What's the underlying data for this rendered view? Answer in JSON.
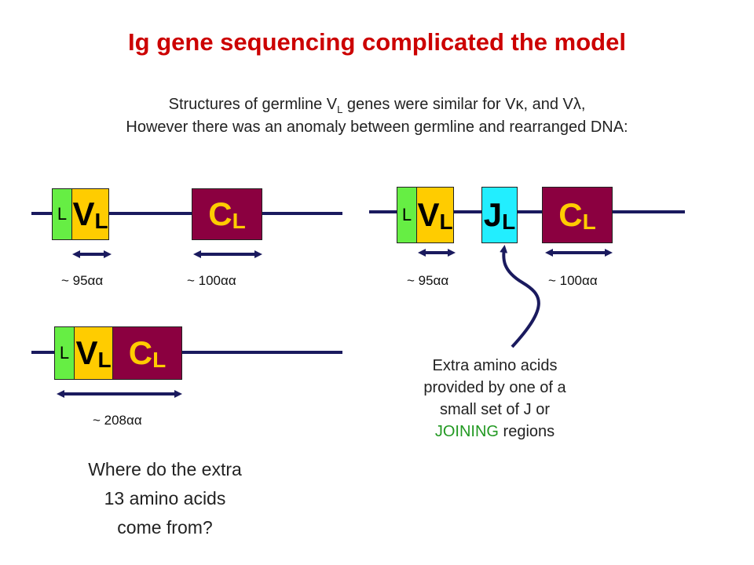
{
  "title": "Ig gene sequencing complicated the model",
  "subtitle": {
    "line1_a": "Structures of germline V",
    "line1_sub": "L",
    "line1_b": " genes were similar for Vκ, and Vλ,",
    "line2": "However there was an anomaly between germline and rearranged DNA:"
  },
  "segments": {
    "leader": "L",
    "v": "V",
    "j": "J",
    "c": "C",
    "sub": "L"
  },
  "dims": {
    "v_len": "~ 95αα",
    "c_len": "~ 100αα",
    "vc_len": "~ 208αα"
  },
  "question": [
    "Where do the extra",
    "13 amino acids",
    "come from?"
  ],
  "answer": {
    "line1": "Extra amino acids",
    "line2": "provided by one of a",
    "line3": "small set of J or",
    "line4_green": "JOINING",
    "line4_rest": " regions"
  },
  "colors": {
    "title": "#cc0000",
    "leader": "#66ee44",
    "v_segment": "#ffcc00",
    "j_segment": "#22eeff",
    "c_segment": "#8b0040",
    "dna_line": "#1a1a5e"
  }
}
